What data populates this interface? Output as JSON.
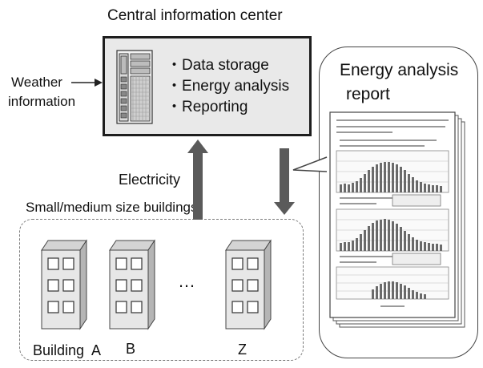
{
  "center": {
    "title": "Central information center",
    "features": [
      "Data storage",
      "Energy analysis",
      "Reporting"
    ],
    "bullet": "・"
  },
  "weather": {
    "line1": "Weather",
    "line2": "information"
  },
  "electricity_label": "Electricity",
  "buildings": {
    "title": "Small/medium size buildings",
    "labels": [
      "Building  A",
      "B",
      "Z"
    ],
    "ellipsis": "…"
  },
  "report": {
    "line1": "Energy analysis",
    "line2": "report"
  },
  "colors": {
    "arrow": "#5a5a5a",
    "box_fill": "#e9e9e9",
    "building_front": "#e7e7e7",
    "building_side": "#b5b5b5",
    "building_top": "#d4d4d4"
  }
}
